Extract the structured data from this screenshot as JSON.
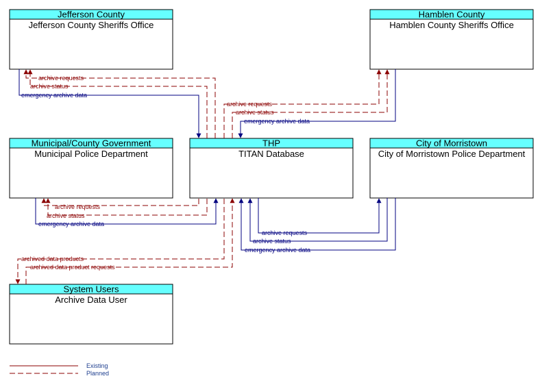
{
  "colors": {
    "header_fill": "#66ffff",
    "existing": "#000080",
    "planned": "#8b0000",
    "legend_text": "#1f3f8f"
  },
  "nodes": {
    "jefferson": {
      "header": "Jefferson County",
      "name": "Jefferson County Sheriffs Office"
    },
    "hamblen": {
      "header": "Hamblen County",
      "name": "Hamblen County Sheriffs Office"
    },
    "municipal": {
      "header": "Municipal/County Government",
      "name": "Municipal Police Department"
    },
    "thp": {
      "header": "THP",
      "name": "TITAN Database"
    },
    "morristown": {
      "header": "City of Morristown",
      "name": "City of Morristown Police Department"
    },
    "users": {
      "header": "System Users",
      "name": "Archive Data User"
    }
  },
  "flows": {
    "jefferson": {
      "requests": "archive requests",
      "status": "archive status",
      "data": "emergency archive data"
    },
    "hamblen": {
      "requests": "archive requests",
      "status": "archive status",
      "data": "emergency archive data"
    },
    "municipal": {
      "requests": "archive requests",
      "status": "archive status",
      "data": "emergency archive data"
    },
    "morristown": {
      "requests": "archive requests",
      "status": "archive status",
      "data": "emergency archive data"
    },
    "users": {
      "products": "archived data products",
      "product_requests": "archived data product requests"
    }
  },
  "legend": {
    "existing": "Existing",
    "planned": "Planned"
  }
}
